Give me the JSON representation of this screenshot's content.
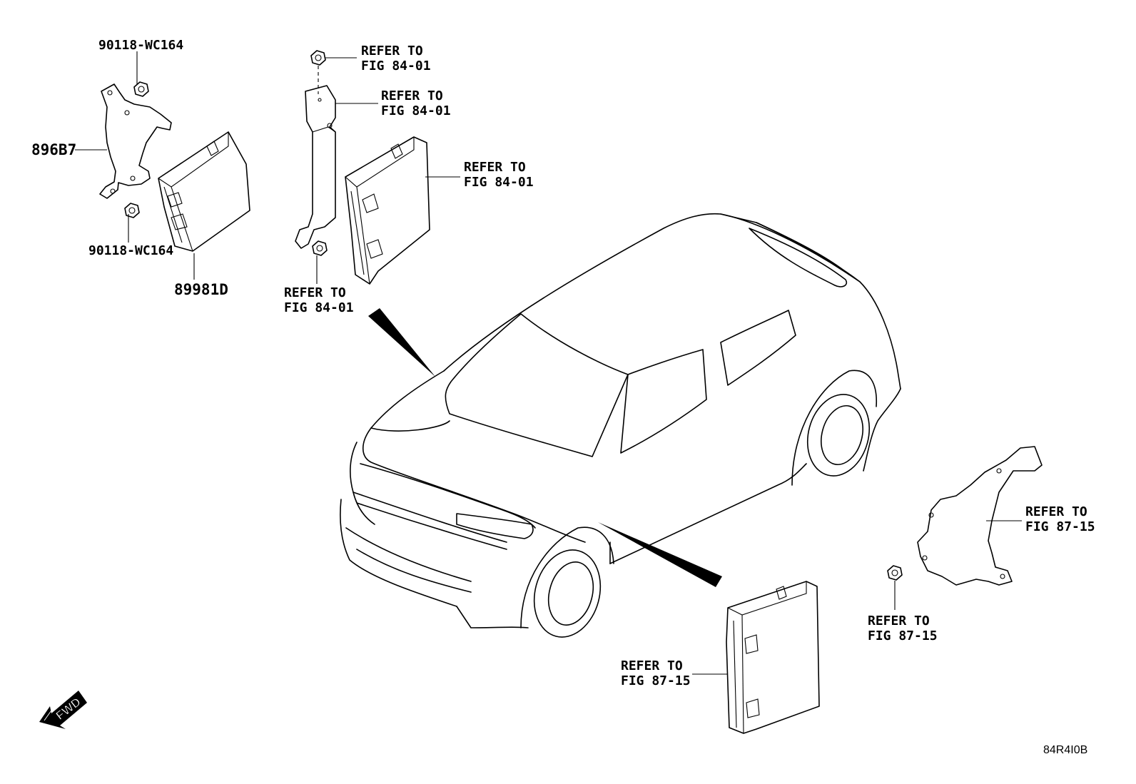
{
  "labels": {
    "nut_top_left": "90118-WC164",
    "bracket_left": "896B7",
    "nut_bottom_left": "90118-WC164",
    "ecu_left": "89981D",
    "ref_nut_top_1": "REFER TO",
    "ref_nut_top_2": "FIG 84-01",
    "ref_bracket_mid_1": "REFER TO",
    "ref_bracket_mid_2": "FIG 84-01",
    "ref_ecu_mid_1": "REFER TO",
    "ref_ecu_mid_2": "FIG 84-01",
    "ref_nut_mid_1": "REFER TO",
    "ref_nut_mid_2": "FIG 84-01",
    "ref_bracket_right_1": "REFER TO",
    "ref_bracket_right_2": "FIG 87-15",
    "ref_nut_right_1": "REFER TO",
    "ref_nut_right_2": "FIG 87-15",
    "ref_ecu_bottom_1": "REFER TO",
    "ref_ecu_bottom_2": "FIG 87-15",
    "fwd": "FWD",
    "drawing_code": "84R4I0B"
  }
}
